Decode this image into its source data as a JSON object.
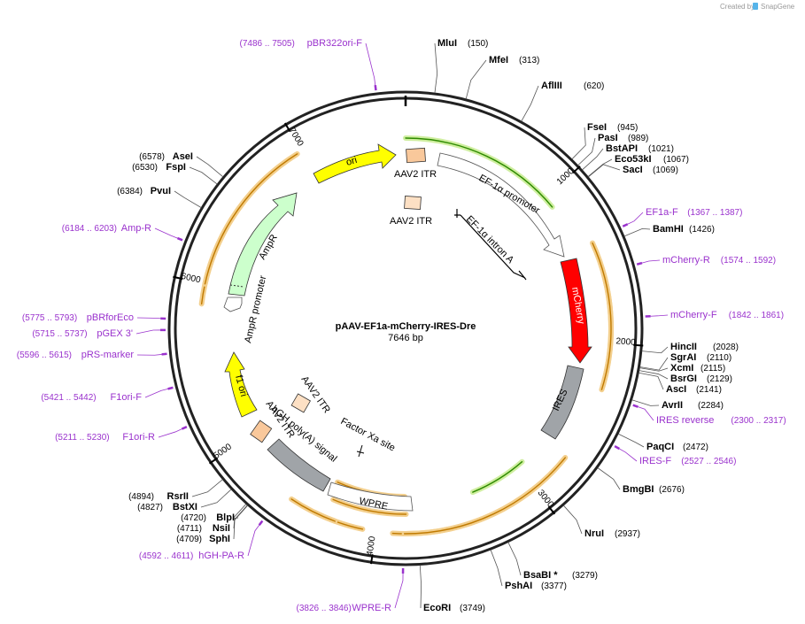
{
  "watermark": {
    "prefix": "Created by",
    "brand": "SnapGene"
  },
  "plasmid": {
    "name": "pAAV-EF1a-mCherry-IRES-Dre",
    "length_label": "7646 bp",
    "length": 7646
  },
  "ticks": [
    {
      "pos": 1000,
      "label": "1000"
    },
    {
      "pos": 2000,
      "label": "2000"
    },
    {
      "pos": 3000,
      "label": "3000"
    },
    {
      "pos": 4000,
      "label": "4000"
    },
    {
      "pos": 5000,
      "label": "5000"
    },
    {
      "pos": 6000,
      "label": "6000"
    },
    {
      "pos": 7000,
      "label": "7000"
    }
  ],
  "sites": [
    {
      "name": "MluI",
      "pos": "(150)",
      "bp": 150
    },
    {
      "name": "MfeI",
      "pos": "(313)",
      "bp": 313
    },
    {
      "name": "AflIII",
      "pos": "(620)",
      "bp": 620
    },
    {
      "name": "FseI",
      "pos": "(945)",
      "bp": 945
    },
    {
      "name": "PasI",
      "pos": "(989)",
      "bp": 989
    },
    {
      "name": "BstAPI",
      "pos": "(1021)",
      "bp": 1021
    },
    {
      "name": "Eco53kI",
      "pos": "(1067)",
      "bp": 1067
    },
    {
      "name": "SacI",
      "pos": "(1069)",
      "bp": 1069
    },
    {
      "name": "BamHI",
      "pos": "(1426)",
      "bp": 1426
    },
    {
      "name": "HincII",
      "pos": "(2028)",
      "bp": 2028
    },
    {
      "name": "SgrAI",
      "pos": "(2110)",
      "bp": 2110
    },
    {
      "name": "XcmI",
      "pos": "(2115)",
      "bp": 2115
    },
    {
      "name": "BsrGI",
      "pos": "(2129)",
      "bp": 2129
    },
    {
      "name": "AscI",
      "pos": "(2141)",
      "bp": 2141
    },
    {
      "name": "AvrII",
      "pos": "(2284)",
      "bp": 2284
    },
    {
      "name": "PaqCI",
      "pos": "(2472)",
      "bp": 2472
    },
    {
      "name": "BmgBI",
      "pos": "(2676)",
      "bp": 2676
    },
    {
      "name": "NruI",
      "pos": "(2937)",
      "bp": 2937
    },
    {
      "name": "BsaBI *",
      "pos": "(3279)",
      "bp": 3279
    },
    {
      "name": "PshAI",
      "pos": "(3377)",
      "bp": 3377
    },
    {
      "name": "EcoRI",
      "pos": "(3749)",
      "bp": 3749
    },
    {
      "name": "SphI",
      "pos": "(4709)",
      "bp": 4709
    },
    {
      "name": "NsiI",
      "pos": "(4711)",
      "bp": 4711
    },
    {
      "name": "BlpI",
      "pos": "(4720)",
      "bp": 4720
    },
    {
      "name": "BstXI",
      "pos": "(4827)",
      "bp": 4827
    },
    {
      "name": "RsrII",
      "pos": "(4894)",
      "bp": 4894
    },
    {
      "name": "PvuI",
      "pos": "(6384)",
      "bp": 6384
    },
    {
      "name": "FspI",
      "pos": "(6530)",
      "bp": 6530
    },
    {
      "name": "AseI",
      "pos": "(6578)",
      "bp": 6578
    }
  ],
  "primers": [
    {
      "name": "pBR322ori-F",
      "range": "(7486 .. 7505)",
      "bp": 7495
    },
    {
      "name": "EF1a-F",
      "range": "(1367 .. 1387)",
      "bp": 1377
    },
    {
      "name": "mCherry-R",
      "range": "(1574 .. 1592)",
      "bp": 1583
    },
    {
      "name": "mCherry-F",
      "range": "(1842 .. 1861)",
      "bp": 1851
    },
    {
      "name": "IRES reverse",
      "range": "(2300 .. 2317)",
      "bp": 2308
    },
    {
      "name": "IRES-F",
      "range": "(2527 .. 2546)",
      "bp": 2536
    },
    {
      "name": "WPRE-R",
      "range": "(3826 .. 3846)",
      "bp": 3836
    },
    {
      "name": "hGH-PA-R",
      "range": "(4592 .. 4611)",
      "bp": 4601
    },
    {
      "name": "F1ori-R",
      "range": "(5211 .. 5230)",
      "bp": 5220
    },
    {
      "name": "F1ori-F",
      "range": "(5421 .. 5442)",
      "bp": 5431
    },
    {
      "name": "pRS-marker",
      "range": "(5596 .. 5615)",
      "bp": 5605
    },
    {
      "name": "pGEX 3'",
      "range": "(5715 .. 5737)",
      "bp": 5726
    },
    {
      "name": "pBRforEco",
      "range": "(5775 .. 5793)",
      "bp": 5784
    },
    {
      "name": "Amp-R",
      "range": "(6184 .. 6203)",
      "bp": 6193
    }
  ],
  "features": {
    "ori": "ori",
    "aav2_itr": "AAV2 ITR",
    "ef1a_promoter": "EF-1α promoter",
    "ef1a_intron": "EF-1α intron A",
    "mcherry": "mCherry",
    "ires": "IRES",
    "wpre": "WPRE",
    "hgh_polya": "hGH poly(A) signal",
    "factor_xa": "Factor Xa site",
    "f1_ori": "f1 ori",
    "ampr": "AmpR",
    "ampr_promoter": "AmpR promoter"
  },
  "colors": {
    "ori": "#ffff00",
    "itr": "#f9c89b",
    "mcherry": "#ff0000",
    "ires": "#a0a4a8",
    "ampr": "#ccffcc",
    "primer": "#9a32cd",
    "orf_highlight": "#f3cf8d",
    "orf_line": "#c07a00",
    "green_line": "#2e8b00",
    "green_highlight": "#cfeea0"
  }
}
